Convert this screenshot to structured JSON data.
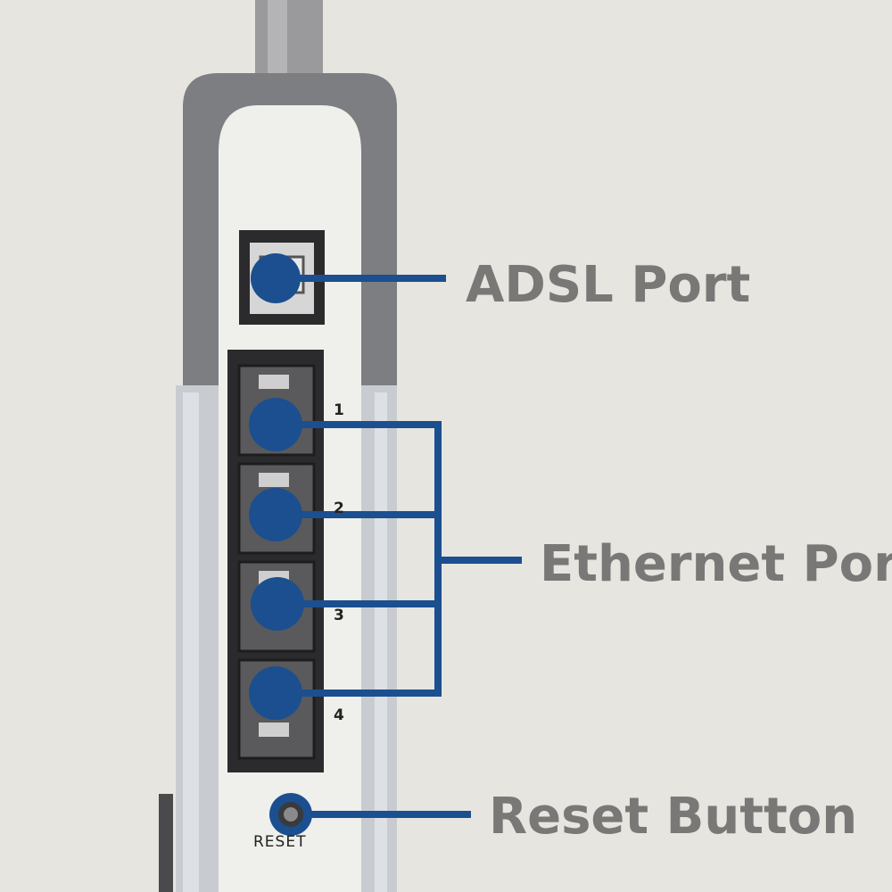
{
  "callouts": {
    "adsl": "ADSL Port",
    "ethernet": "Ethernet Port",
    "reset": "Reset Button"
  },
  "device": {
    "reset_text": "RESET",
    "port_numbers": [
      "1",
      "2",
      "3",
      "4"
    ]
  },
  "colors": {
    "background": "#e6e5e0",
    "callout_blue": "#1b4f8f",
    "label_gray": "#7a7877"
  }
}
